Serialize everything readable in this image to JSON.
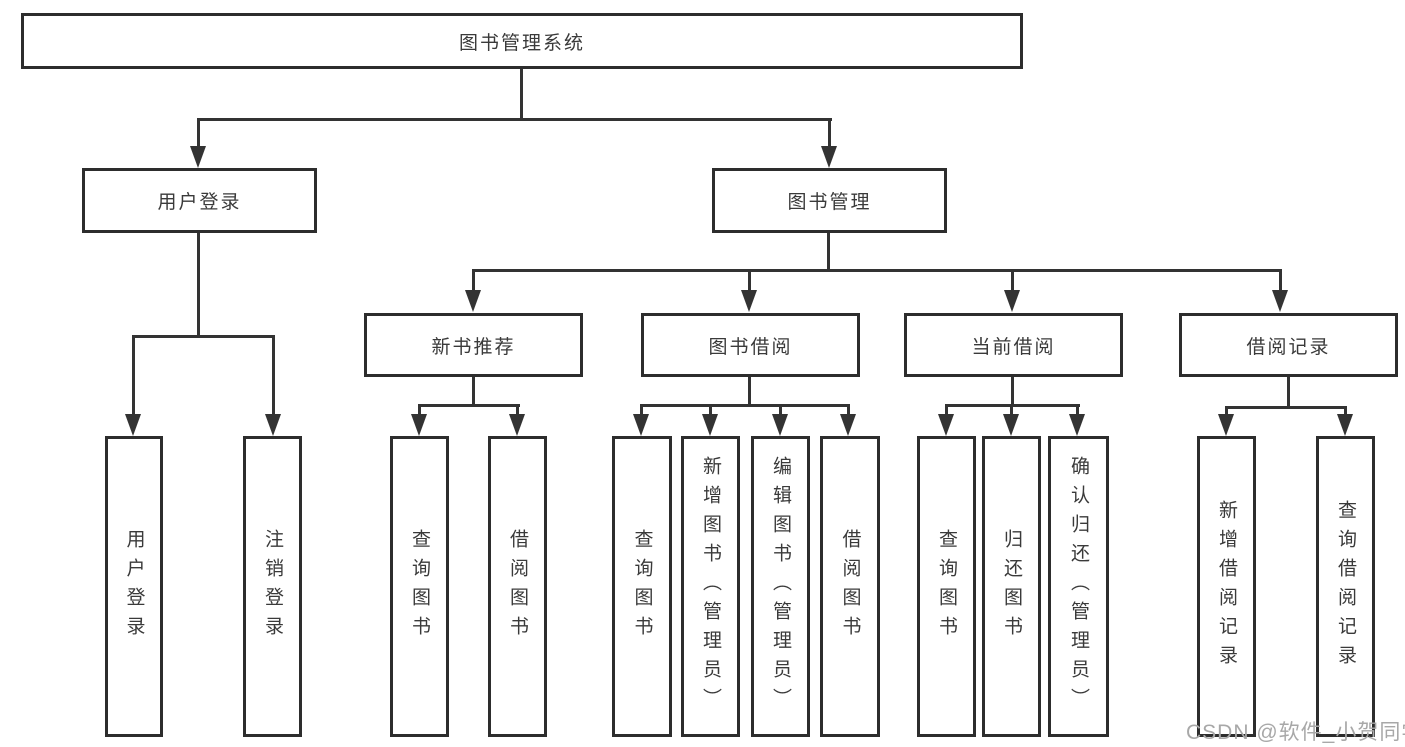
{
  "nodes": {
    "root": "图书管理系统",
    "user_login": "用户登录",
    "book_mgmt": "图书管理",
    "new_book": "新书推荐",
    "book_borrow": "图书借阅",
    "current_borrow": "当前借阅",
    "borrow_record": "借阅记录",
    "leaf_user_login": "用户登录",
    "leaf_logout": "注销登录",
    "leaf_nb_query": "查询图书",
    "leaf_nb_borrow": "借阅图书",
    "leaf_bb_query": "查询图书",
    "leaf_bb_add": "新增图书（管理员）",
    "leaf_bb_edit": "编辑图书（管理员）",
    "leaf_bb_borrow": "借阅图书",
    "leaf_cb_query": "查询图书",
    "leaf_cb_return": "归还图书",
    "leaf_cb_confirm": "确认归还（管理员）",
    "leaf_br_add": "新增借阅记录",
    "leaf_br_query": "查询借阅记录"
  },
  "watermark": "CSDN @软件_小贺同学",
  "colors": {
    "line": "#333333",
    "border": "#2d2d2d",
    "text": "#3a3a3a",
    "watermark": "#a8a8a8",
    "background": "#ffffff"
  }
}
